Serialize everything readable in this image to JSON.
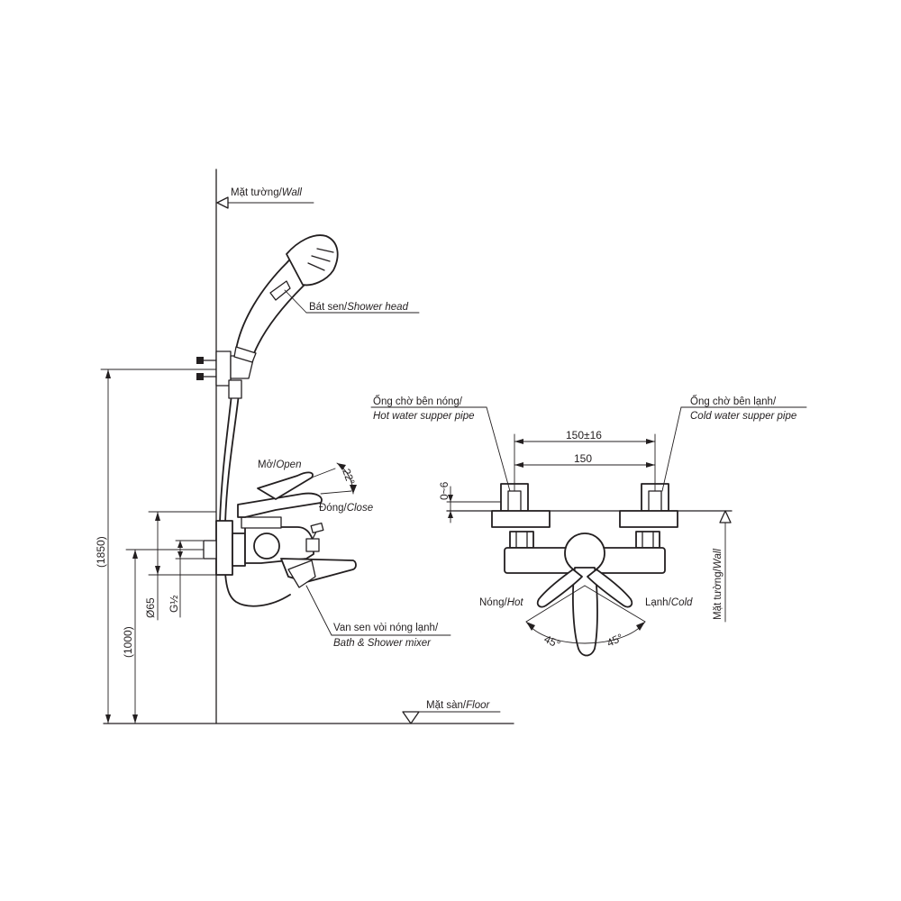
{
  "labels": {
    "wall": {
      "vi": "Mặt tường/",
      "en": "Wall"
    },
    "shower_head": {
      "vi": "Bát sen/",
      "en": "Shower head"
    },
    "open": {
      "vi": "Mở/",
      "en": "Open"
    },
    "close": {
      "vi": "Đóng/",
      "en": "Close"
    },
    "angle_22": "22°",
    "mixer": {
      "vi": "Van sen vòi nóng lạnh/",
      "en": "Bath & Shower mixer"
    },
    "floor": {
      "vi": "Mặt sàn/",
      "en": "Floor"
    },
    "hot_pipe": {
      "vi": "Ống chờ bên nóng/",
      "en": "Hot water supper pipe"
    },
    "cold_pipe": {
      "vi": "Ống chờ bên lạnh/",
      "en": "Cold water supper pipe"
    },
    "hot": {
      "vi": "Nóng/",
      "en": "Hot"
    },
    "cold": {
      "vi": "Lạnh/",
      "en": "Cold"
    },
    "wall_vertical": {
      "vi": "Mặt tường/",
      "en": "Wall"
    },
    "angle_left": "45°",
    "angle_right": "45°"
  },
  "dimensions": {
    "height_1850": "(1850)",
    "height_1000": "(1000)",
    "diameter": "Ø65",
    "thread": "G½",
    "spacing_tol": "150±16",
    "spacing": "150",
    "offset": "0~6"
  }
}
